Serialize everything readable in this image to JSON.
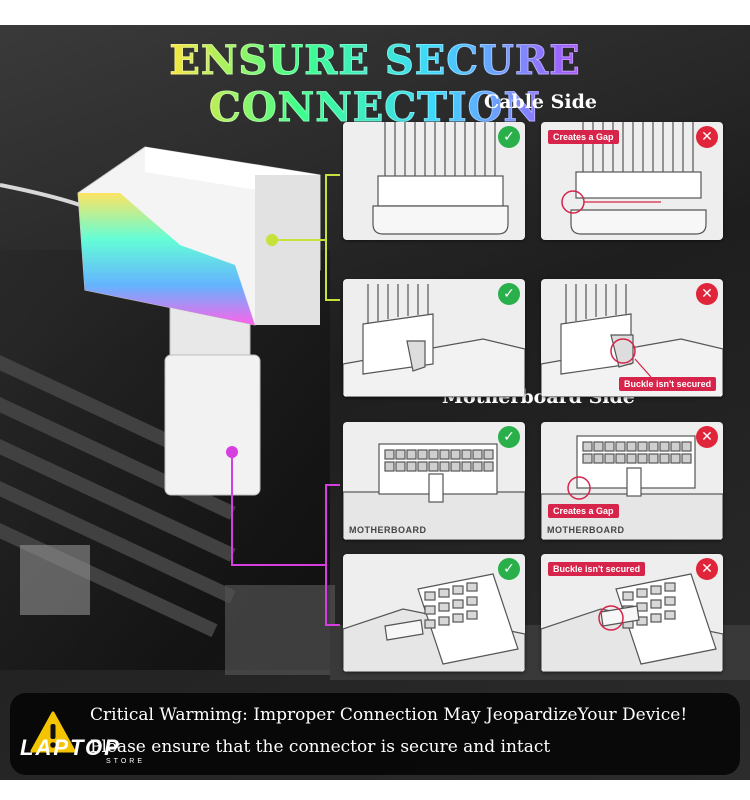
{
  "headline": "ENSURE SECURE CONNECTION",
  "sections": {
    "cable_side": "Cable Side",
    "motherboard_side": "Motherboard Side"
  },
  "panels": {
    "cable_ok": {
      "status": "correct"
    },
    "cable_gap": {
      "status": "wrong",
      "tag": "Creates a Gap"
    },
    "cable_buckle_ok": {
      "status": "correct"
    },
    "cable_buckle_bad": {
      "status": "wrong",
      "tag": "Buckle isn't secured"
    },
    "board_ok": {
      "status": "correct",
      "board_label": "MOTHERBOARD"
    },
    "board_gap": {
      "status": "wrong",
      "tag": "Creates a Gap",
      "board_label": "MOTHERBOARD"
    },
    "board_buckle_ok": {
      "status": "correct"
    },
    "board_buckle_bad": {
      "status": "wrong",
      "tag": "Buckle isn't secured"
    }
  },
  "marks": {
    "correct": "✓",
    "wrong": "✕"
  },
  "warning": {
    "line1": "Critical Warmimg: Improper Connection May JeopardizeYour Device!",
    "line2": "Please ensure that the connector is secure and intact"
  },
  "brand": {
    "logo": "LAPTOP",
    "sub": "STORE"
  },
  "colors": {
    "correct": "#29b04a",
    "wrong": "#e0243a",
    "tag": "#d6244a",
    "guide_line_cable": "#c8e03a",
    "guide_line_board": "#d63ee0"
  }
}
